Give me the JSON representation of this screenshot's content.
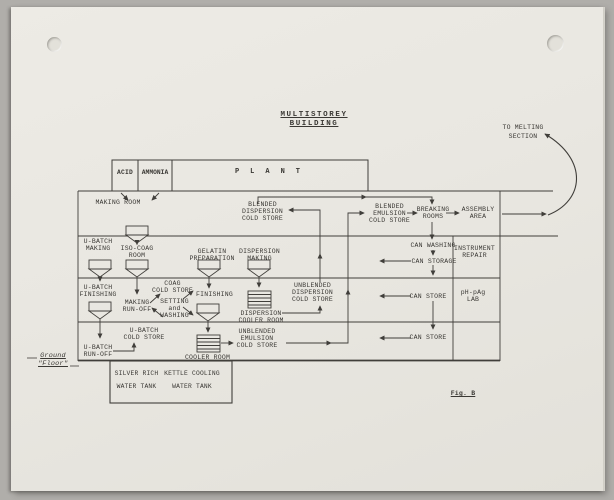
{
  "colors": {
    "paper": "#e9e7e1",
    "background": "#b0aeaa",
    "ink": "#3a3834",
    "line": "#403e3a"
  },
  "title": "MULTISTOREY BUILDING",
  "fig_label": "Fig. B",
  "annotations": {
    "to_melting": "TO MELTING\nSECTION",
    "ground_floor": "Ground\n\"Floor\""
  },
  "plant": {
    "acid": "ACID",
    "ammonia": "AMMONIA",
    "plant": "PLANT"
  },
  "rooms": {
    "making_room": "MAKING ROOM",
    "blended_dispersion": "BLENDED\nDISPERSION\nCOLD STORE",
    "blended_emulsion": "BLENDED\nEMULSION\nCOLD STORE",
    "breaking_rooms": "BREAKING\nROOMS",
    "assembly_area": "ASSEMBLY\nAREA",
    "u_batch_making": "U-BATCH\nMAKING",
    "iso_coag_room": "ISO-COAG\nROOM",
    "gelatin_preparation": "GELATIN\nPREPARATION",
    "dispersion_making": "DISPERSION\nMAKING",
    "u_batch_finishing": "U-BATCH\nFINISHING",
    "coag_cold_store": "COAG\nCOLD STORE",
    "finishing": "FINISHING",
    "setting_washing": "SETTING\nand\nWASHING",
    "making_run_off": "MAKING\nRUN-OFF",
    "dispersion_cooler_room": "DISPERSION\nCOOLER ROOM",
    "unblended_dispersion": "UNBLENDED\nDISPERSION\nCOLD STORE",
    "u_batch_cold_store": "U-BATCH\nCOLD STORE",
    "u_batch_run_off": "U-BATCH\nRUN-OFF",
    "cooler_room": "COOLER ROOM",
    "unblended_emulsion": "UNBLENDED\nEMULSION\nCOLD STORE",
    "can_washing": "CAN WASHING",
    "can_storage": "CAN STORAGE",
    "instrument_repair": "INSTRUMENT\nREPAIR",
    "can_store_mid": "CAN STORE",
    "ph_pag_lab": "pH-pAg\nLAB",
    "can_store_ground": "CAN STORE",
    "silver_rich_tank": "SILVER RICH\nWATER TANK",
    "kettle_cooling_tank": "KETTLE COOLING\nWATER TANK"
  }
}
